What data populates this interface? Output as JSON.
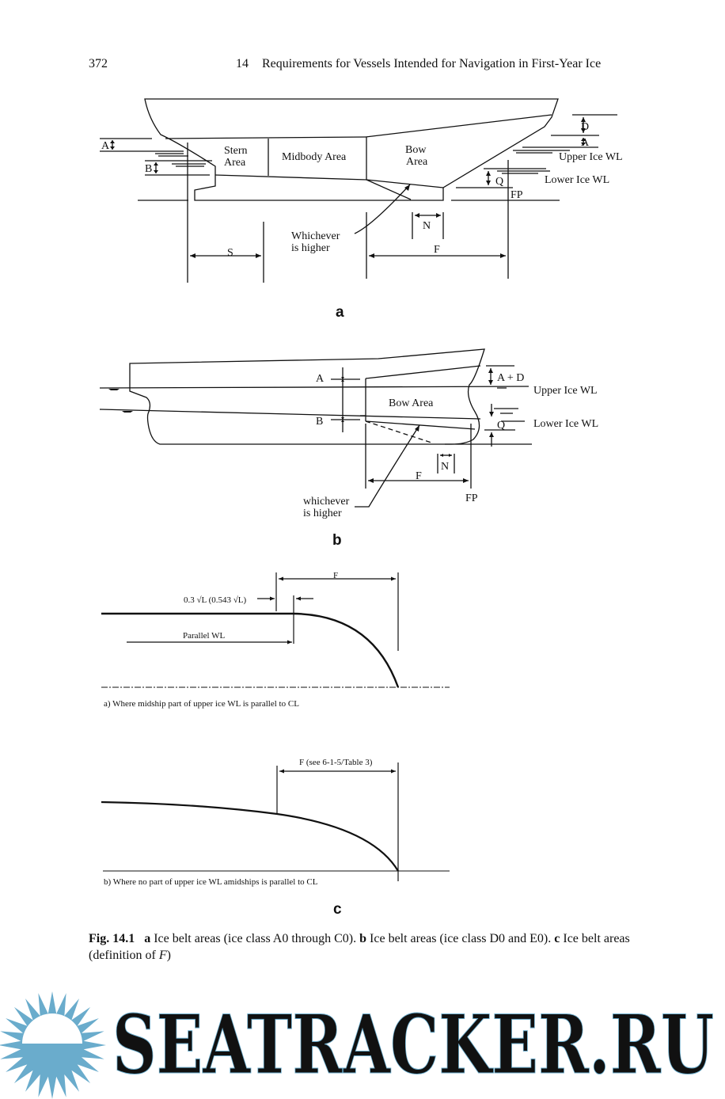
{
  "header": {
    "page_number": "372",
    "chapter_number": "14",
    "chapter_title": "Requirements for Vessels Intended for Navigation in First-Year Ice"
  },
  "figure_a": {
    "sublabel": "a",
    "labels": {
      "A": "A",
      "B": "B",
      "stern_area_line1": "Stern",
      "stern_area_line2": "Area",
      "midbody_area": "Midbody Area",
      "bow_area_line1": "Bow",
      "bow_area_line2": "Area",
      "D": "D",
      "A_right": "A",
      "upper_ice_wl": "Upper Ice WL",
      "lower_ice_wl": "Lower Ice WL",
      "Q": "Q",
      "FP": "FP",
      "N": "N",
      "whichever_line1": "Whichever",
      "whichever_line2": "is higher",
      "S": "S",
      "F": "F"
    }
  },
  "figure_b": {
    "sublabel": "b",
    "labels": {
      "A": "A",
      "B": "B",
      "bow_area": "Bow Area",
      "A_plus_D": "A + D",
      "upper_ice_wl": "Upper Ice WL",
      "lower_ice_wl": "Lower Ice WL",
      "Q": "Q",
      "N": "N",
      "F": "F",
      "FP": "FP",
      "whichever_line1": "whichever",
      "whichever_line2": "is higher"
    }
  },
  "figure_c": {
    "sublabel": "c",
    "part_a": {
      "F": "F",
      "dimension": "0.3 √L (0.543 √L)",
      "parallel_wl": "Parallel WL",
      "caption": "a) Where midship part of upper ice WL is parallel to CL"
    },
    "part_b": {
      "F": "F (see 6-1-5/Table 3)",
      "caption": "b) Where no part of upper ice WL amidships is parallel to CL"
    }
  },
  "caption": {
    "fig_label": "Fig. 14.1",
    "a_key": "a",
    "a_text": "Ice belt areas (ice class A0 through C0).",
    "b_key": "b",
    "b_text": "Ice belt areas (ice class D0 and E0).",
    "c_key": "c",
    "c_text_1": "Ice belt areas (definition of",
    "c_var": "F",
    "c_text_2": ")"
  },
  "watermark": {
    "text": "SEATRACKER.RU",
    "icon": "sun-over-sea-icon",
    "color": "#6aaccc"
  }
}
